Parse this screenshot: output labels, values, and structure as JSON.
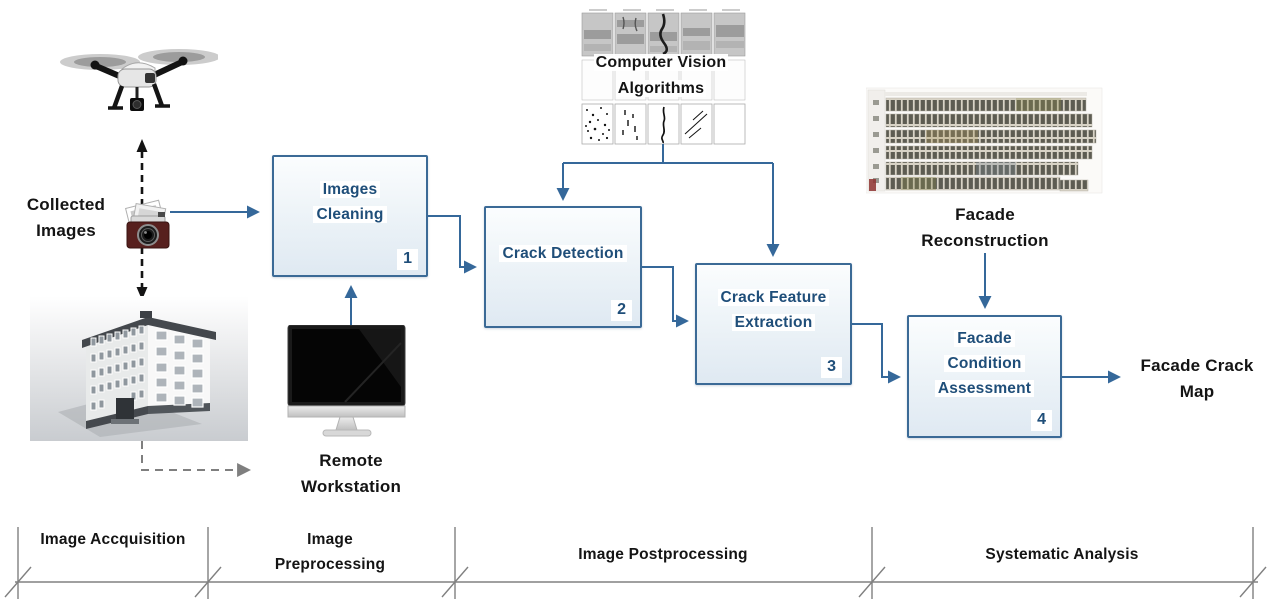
{
  "colors": {
    "accent_arrow": "#35689a",
    "box_border": "#3b6a96",
    "box_fill_top": "#fbfdfe",
    "box_fill_bottom": "#dfe9f2",
    "box_text": "#1f4e79",
    "ruler_gray": "#808080",
    "label_black": "#141414"
  },
  "nodes": {
    "collected_images": {
      "label": "Collected Images"
    },
    "images_cleaning": {
      "label": "Images Cleaning",
      "number": "1"
    },
    "crack_detection": {
      "label": "Crack Detection",
      "number": "2"
    },
    "crack_feature_extraction": {
      "label": "Crack Feature Extraction",
      "number": "3"
    },
    "facade_condition_assessment": {
      "label": "Facade Condition Assessment",
      "number": "4"
    },
    "computer_vision_algorithms": {
      "label": "Computer Vision Algorithms"
    },
    "facade_reconstruction": {
      "label": "Facade Reconstruction"
    },
    "remote_workstation": {
      "label": "Remote Workstation"
    },
    "facade_crack_map": {
      "label": "Facade Crack Map"
    }
  },
  "phases": [
    {
      "label": "Image Accquisition"
    },
    {
      "label": "Image Preprocessing"
    },
    {
      "label": "Image Postprocessing"
    },
    {
      "label": "Systematic Analysis"
    }
  ],
  "icons": {
    "drone": "drone-icon",
    "camera": "camera-photos-icon",
    "building": "building-3d-icon",
    "monitor": "monitor-icon",
    "crack_samples": "crack-samples-grid",
    "facade_orthophoto": "facade-orthophoto"
  }
}
